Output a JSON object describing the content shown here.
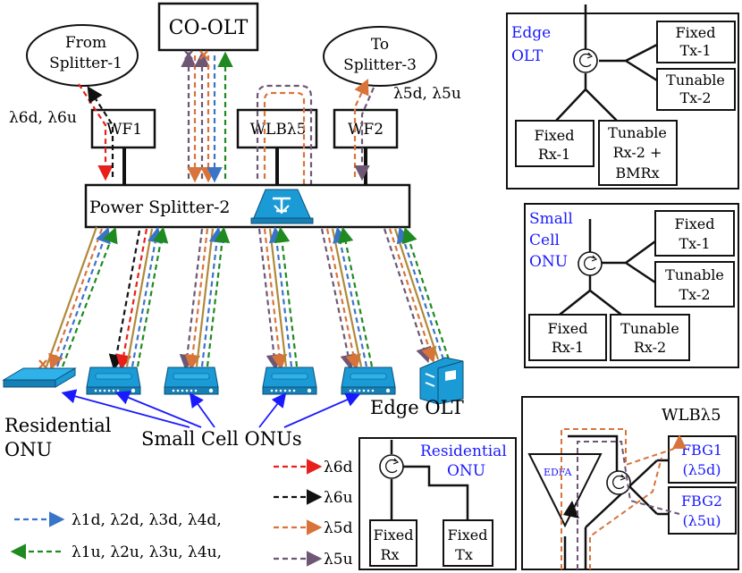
{
  "main": {
    "co_olt": "CO-OLT",
    "from_splitter": [
      "From",
      "Splitter-1"
    ],
    "to_splitter": [
      "To",
      "Splitter-3"
    ],
    "lambda6_label": "λ6d, λ6u",
    "lambda5_label": "λ5d, λ5u",
    "wf1": "WF1",
    "wf2": "WF2",
    "wlb": "WLBλ5",
    "power_splitter": "Power Splitter-2",
    "residential_onu": [
      "Residential",
      "ONU"
    ],
    "small_cell_onus": "Small Cell ONUs",
    "edge_olt": "Edge OLT"
  },
  "legend": {
    "l6d": "λ6d",
    "l6u": "λ6u",
    "l5d": "λ5d",
    "l5u": "λ5u",
    "l1234d": "λ1d, λ2d, λ3d, λ4d,",
    "l1234u": "λ1u, λ2u, λ3u, λ4u,"
  },
  "edge_olt_box": {
    "title": [
      "Edge",
      "OLT"
    ],
    "fixed_tx": [
      "Fixed",
      "Tx-1"
    ],
    "tunable_tx": [
      "Tunable",
      "Tx-2"
    ],
    "fixed_rx": [
      "Fixed",
      "Rx-1"
    ],
    "tunable_rx": [
      "Tunable",
      "Rx-2 +",
      "BMRx"
    ]
  },
  "small_cell_box": {
    "title": [
      "Small",
      "Cell",
      "ONU"
    ],
    "fixed_tx": [
      "Fixed",
      "Tx-1"
    ],
    "tunable_tx": [
      "Tunable",
      "Tx-2"
    ],
    "fixed_rx": [
      "Fixed",
      "Rx-1"
    ],
    "tunable_rx": [
      "Tunable",
      "Rx-2"
    ]
  },
  "residential_box": {
    "title": [
      "Residential",
      "ONU"
    ],
    "fixed_rx": [
      "Fixed",
      "Rx"
    ],
    "fixed_tx": [
      "Fixed",
      "Tx"
    ]
  },
  "wlb_box": {
    "title": "WLBλ5",
    "edfa": "EDFA",
    "fbg1": [
      "FBG1",
      "(λ5d)"
    ],
    "fbg2": [
      "FBG2",
      "(λ5u)"
    ]
  },
  "colors": {
    "red": "#e8201c",
    "black": "#111111",
    "blue": "#3a74c8",
    "green": "#1f8a1f",
    "orange": "#d8733a",
    "purple": "#6d5775",
    "olive": "#b08a3a",
    "device": "#1b9bd6",
    "text_blue": "#1a1aff"
  }
}
